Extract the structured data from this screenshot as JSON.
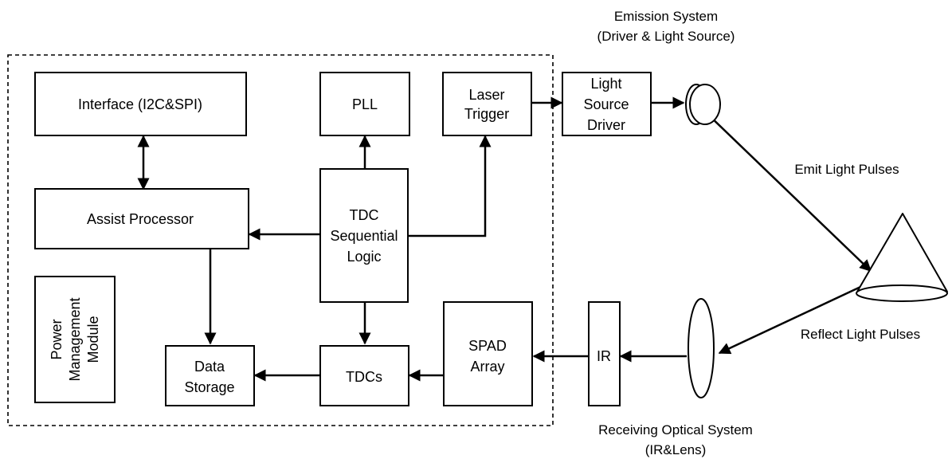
{
  "blocks": {
    "interface": "Interface  (I2C&SPI)",
    "pll": "PLL",
    "laser_trigger": [
      "Laser",
      "Trigger"
    ],
    "light_source_driver": [
      "Light",
      "Source",
      "Driver"
    ],
    "assist_processor": "Assist Processor",
    "tdc_sequential_logic": [
      "TDC",
      "Sequential",
      "Logic"
    ],
    "power_management": [
      "Power",
      "Management",
      "Module"
    ],
    "data_storage": [
      "Data",
      "Storage"
    ],
    "tdcs": "TDCs",
    "spad_array": [
      "SPAD",
      "Array"
    ],
    "ir": "IR"
  },
  "captions": {
    "emission_system": [
      "Emission System",
      "(Driver & Light Source)"
    ],
    "emit_light_pulses": "Emit Light Pulses",
    "reflect_light_pulses": "Reflect Light Pulses",
    "receiving_system": [
      "Receiving Optical System",
      "(IR&Lens)"
    ]
  }
}
